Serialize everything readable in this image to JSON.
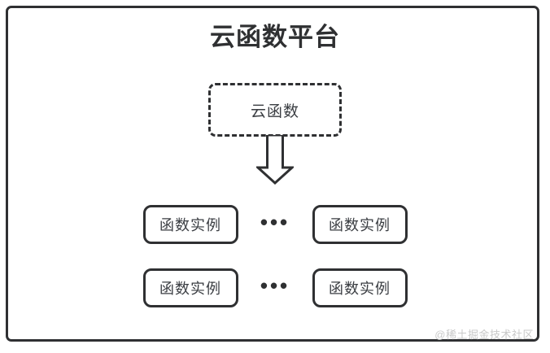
{
  "diagram": {
    "title": "云函数平台",
    "cloud_function": {
      "label": "云函数"
    },
    "arrow": {
      "icon": "down-block-arrow-icon"
    },
    "ellipsis": "•••",
    "instance_rows": [
      {
        "left": {
          "label": "函数实例"
        },
        "separator": "•••",
        "right": {
          "label": "函数实例"
        }
      },
      {
        "left": {
          "label": "函数实例"
        },
        "separator": "•••",
        "right": {
          "label": "函数实例"
        }
      }
    ]
  },
  "watermark": {
    "text": "@稀土掘金技术社区"
  },
  "colors": {
    "stroke": "#2f3032",
    "text": "#3a3d42",
    "background": "#ffffff",
    "watermark": "#c9c9c9"
  }
}
